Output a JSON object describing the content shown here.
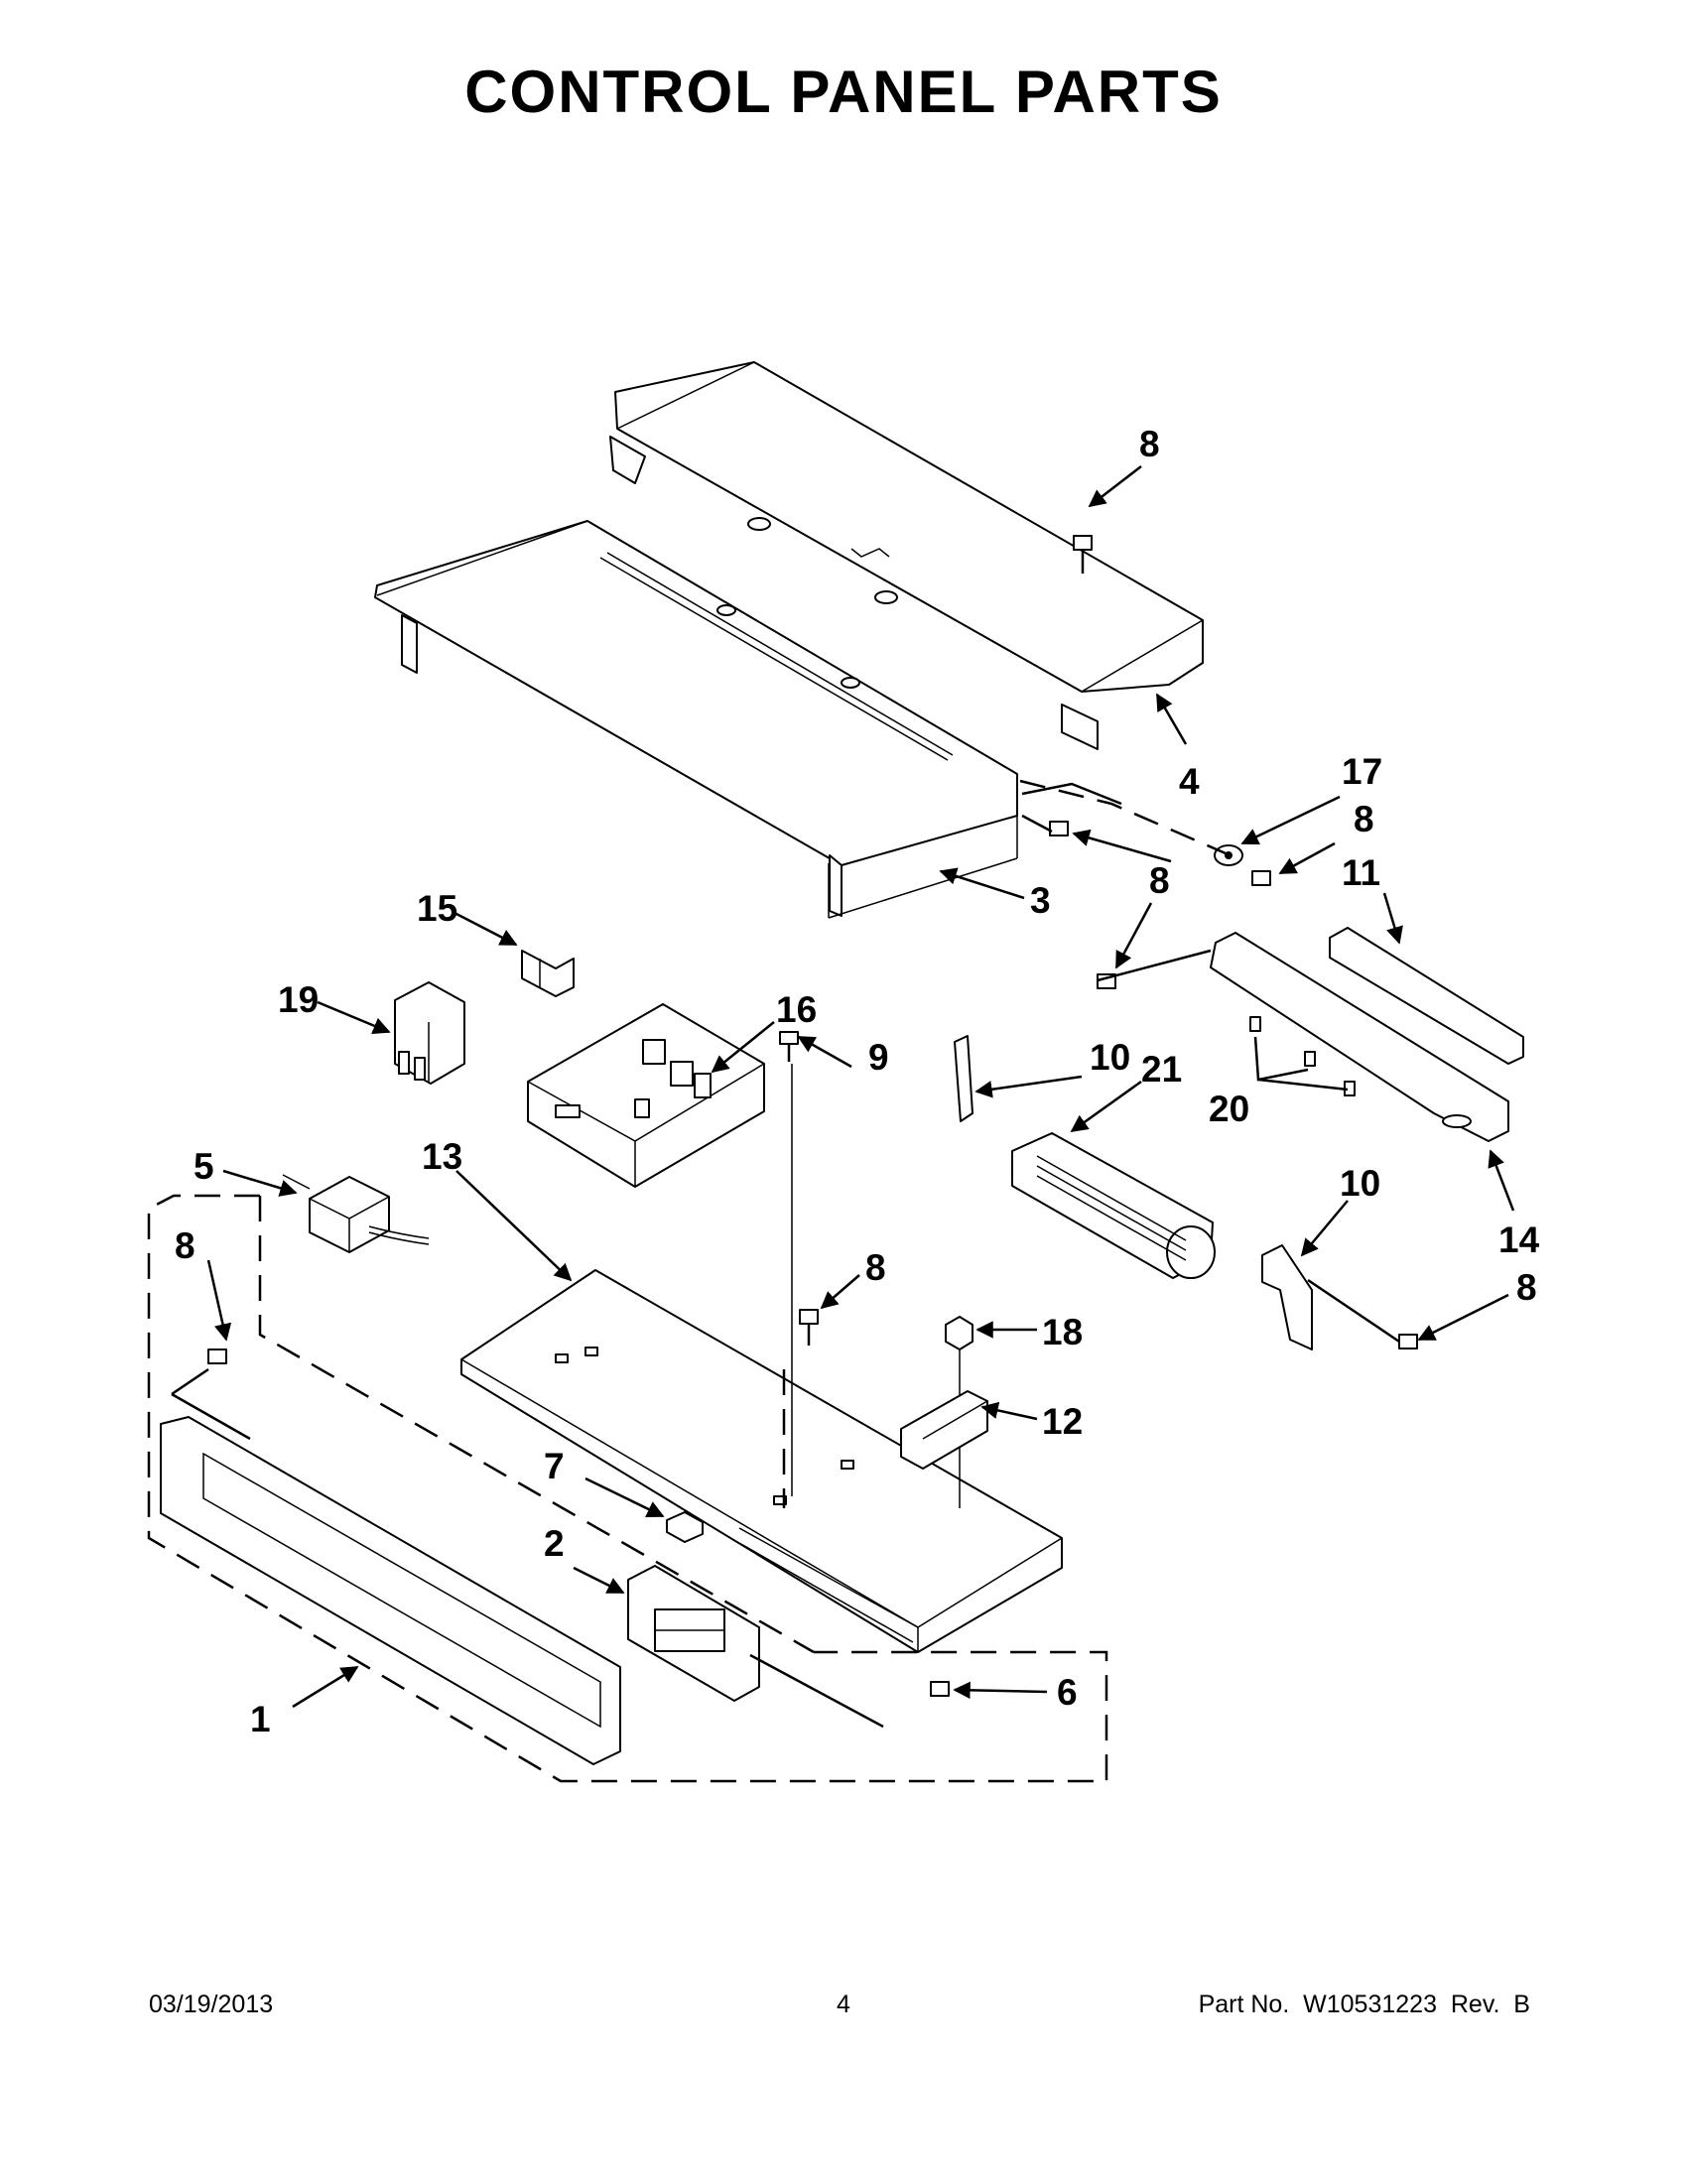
{
  "title": "CONTROL PANEL PARTS",
  "callouts": [
    {
      "id": "c8a",
      "label": "8"
    },
    {
      "id": "c4",
      "label": "4"
    },
    {
      "id": "c17",
      "label": "17"
    },
    {
      "id": "c8b",
      "label": "8"
    },
    {
      "id": "c11",
      "label": "11"
    },
    {
      "id": "c8c",
      "label": "8"
    },
    {
      "id": "c3",
      "label": "3"
    },
    {
      "id": "c15",
      "label": "15"
    },
    {
      "id": "c19",
      "label": "19"
    },
    {
      "id": "c16",
      "label": "16"
    },
    {
      "id": "c9",
      "label": "9"
    },
    {
      "id": "c10a",
      "label": "10"
    },
    {
      "id": "c21",
      "label": "21"
    },
    {
      "id": "c20",
      "label": "20"
    },
    {
      "id": "c5",
      "label": "5"
    },
    {
      "id": "c13",
      "label": "13"
    },
    {
      "id": "c14",
      "label": "14"
    },
    {
      "id": "c10b",
      "label": "10"
    },
    {
      "id": "c8d",
      "label": "8"
    },
    {
      "id": "c8e",
      "label": "8"
    },
    {
      "id": "c8f",
      "label": "8"
    },
    {
      "id": "c18",
      "label": "18"
    },
    {
      "id": "c12",
      "label": "12"
    },
    {
      "id": "c7",
      "label": "7"
    },
    {
      "id": "c2",
      "label": "2"
    },
    {
      "id": "c6",
      "label": "6"
    },
    {
      "id": "c1",
      "label": "1"
    }
  ],
  "footer": {
    "date": "03/19/2013",
    "page": "4",
    "part_no": "Part No.  W10531223  Rev.  B"
  }
}
